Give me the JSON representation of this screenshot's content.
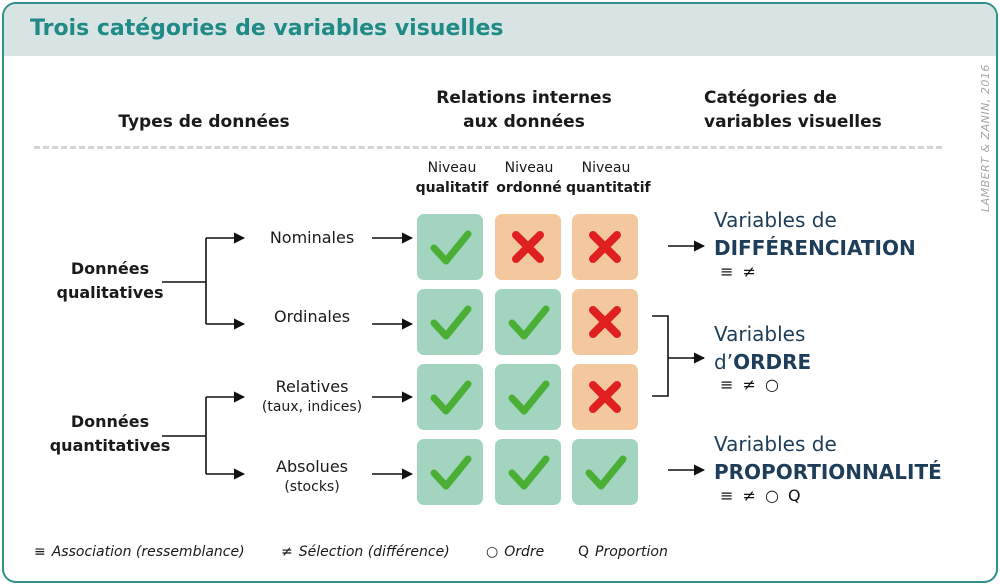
{
  "title": "Trois catégories de variables visuelles",
  "credit": "LAMBERT & ZANIN, 2016",
  "headers": {
    "data_types": "Types de données",
    "relations": [
      "Relations internes",
      "aux données"
    ],
    "categories": [
      "Catégories de",
      "variables visuelles"
    ]
  },
  "levels": [
    {
      "top": "Niveau",
      "bottom": "qualitatif"
    },
    {
      "top": "Niveau",
      "bottom": "ordonné"
    },
    {
      "top": "Niveau",
      "bottom": "quantitatif"
    }
  ],
  "groups": [
    {
      "line1": "Données",
      "line2": "qualitatives"
    },
    {
      "line1": "Données",
      "line2": "quantitatives"
    }
  ],
  "rows": [
    {
      "label": "Nominales",
      "sub": "",
      "cells": [
        "check",
        "cross",
        "cross"
      ]
    },
    {
      "label": "Ordinales",
      "sub": "",
      "cells": [
        "check",
        "check",
        "cross"
      ]
    },
    {
      "label": "Relatives",
      "sub": "(taux, indices)",
      "cells": [
        "check",
        "check",
        "cross"
      ]
    },
    {
      "label": "Absolues",
      "sub": "(stocks)",
      "cells": [
        "check",
        "check",
        "check"
      ]
    }
  ],
  "categories": [
    {
      "line1": "Variables de",
      "line2": "DIFFÉRENCIATION",
      "prefix": "",
      "symbols": "≡ ≠"
    },
    {
      "line1": "Variables",
      "line2": "ORDRE",
      "prefix": "d’",
      "symbols": "≡ ≠ ○"
    },
    {
      "line1": "Variables de",
      "line2": "PROPORTIONNALITÉ",
      "prefix": "",
      "symbols": "≡ ≠ ○ Q"
    }
  ],
  "legend": [
    {
      "glyph": "≡",
      "text": "Association (ressemblance)"
    },
    {
      "glyph": "≠",
      "text": "Sélection (différence)"
    },
    {
      "glyph": "○",
      "text": "Ordre"
    },
    {
      "glyph": "Q",
      "text": "Proportion"
    }
  ],
  "colors": {
    "check_bg": "#a3d4bf",
    "cross_bg": "#f3c89e",
    "check": "#4caf35",
    "cross": "#e02020",
    "accent": "#1f8a86"
  }
}
